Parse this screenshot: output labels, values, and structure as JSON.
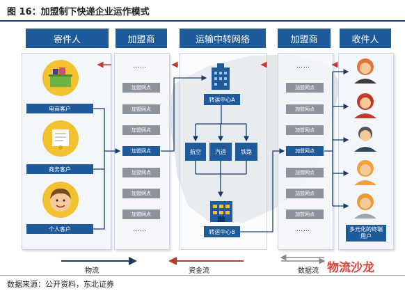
{
  "title": "图 16：加盟制下快递企业运作模式",
  "source": "数据来源：公开资料，东北证券",
  "headers": {
    "sender": "寄件人",
    "franchise_left": "加盟商",
    "network": "运输中转网络",
    "franchise_right": "加盟商",
    "receiver": "收件人"
  },
  "senders": [
    "电商客户",
    "商务客户",
    "个人客户"
  ],
  "dots": "……",
  "franchise_node": "加盟网点",
  "network": {
    "hub_a": "转运中心A",
    "hub_b": "转运中心B",
    "modes": [
      "航空",
      "汽运",
      "铁路"
    ]
  },
  "receiver_box": "多元化的终端用户",
  "legend": {
    "goods": "物流",
    "funds": "资金流",
    "info": "数据流"
  },
  "watermark": "物流沙龙",
  "colors": {
    "primary": "#1f5a9a",
    "node_gray": "#8d939b",
    "flow_red": "#c0392b",
    "flow_blue": "#1a3a6e"
  }
}
